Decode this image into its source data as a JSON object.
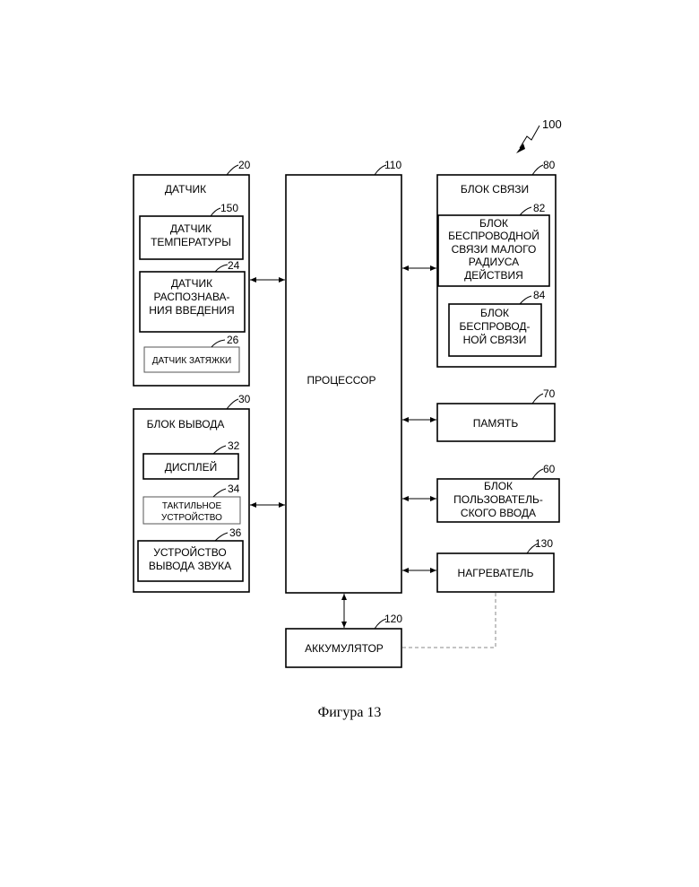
{
  "diagram": {
    "ref_system": "100",
    "caption": "Фигура 13",
    "sensor": {
      "ref": "20",
      "title": "ДАТЧИК",
      "temp_ref": "150",
      "temp_l1": "ДАТЧИК",
      "temp_l2": "ТЕМПЕРАТУРЫ",
      "insert_ref": "24",
      "insert_l1": "ДАТЧИК",
      "insert_l2": "РАСПОЗНАВА-",
      "insert_l3": "НИЯ ВВЕДЕНИЯ",
      "puff_ref": "26",
      "puff_l1": "ДАТЧИК ЗАТЯЖКИ"
    },
    "output": {
      "ref": "30",
      "title": "БЛОК ВЫВОДА",
      "display_ref": "32",
      "display_l1": "ДИСПЛЕЙ",
      "haptic_ref": "34",
      "haptic_l1": "ТАКТИЛЬНОЕ",
      "haptic_l2": "УСТРОЙСТВО",
      "sound_ref": "36",
      "sound_l1": "УСТРОЙСТВО",
      "sound_l2": "ВЫВОДА ЗВУКА"
    },
    "processor": {
      "ref": "110",
      "label": "ПРОЦЕССОР"
    },
    "comm": {
      "ref": "80",
      "title": "БЛОК СВЯЗИ",
      "short_ref": "82",
      "short_l1": "БЛОК",
      "short_l2": "БЕСПРОВОДНОЙ",
      "short_l3": "СВЯЗИ МАЛОГО",
      "short_l4": "РАДИУСА",
      "short_l5": "ДЕЙСТВИЯ",
      "wireless_ref": "84",
      "wireless_l1": "БЛОК",
      "wireless_l2": "БЕСПРОВОД-",
      "wireless_l3": "НОЙ СВЯЗИ"
    },
    "memory": {
      "ref": "70",
      "label": "ПАМЯТЬ"
    },
    "user_input": {
      "ref": "60",
      "l1": "БЛОК",
      "l2": "ПОЛЬЗОВАТЕЛЬ-",
      "l3": "СКОГО ВВОДА"
    },
    "heater": {
      "ref": "130",
      "label": "НАГРЕВАТЕЛЬ"
    },
    "battery": {
      "ref": "120",
      "label": "АККУМУЛЯТОР"
    }
  }
}
